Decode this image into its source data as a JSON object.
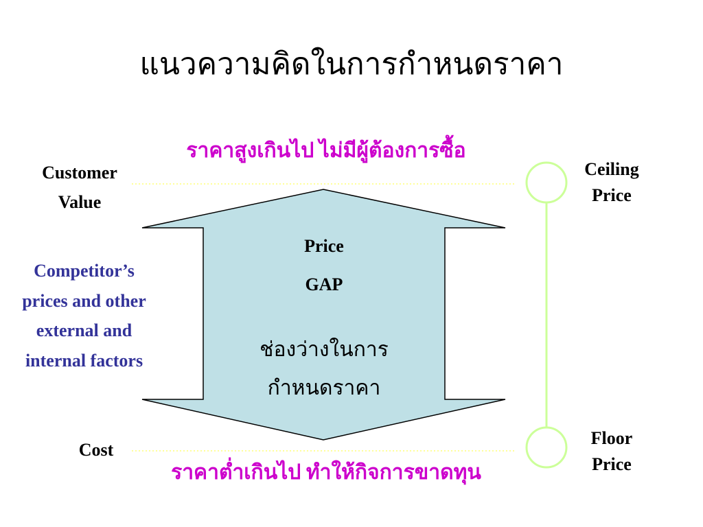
{
  "title": "แนวความคิดในการกำหนดราคา",
  "top_note": "ราคาสูงเกินไป ไม่มีผู้ต้องการซื้อ",
  "bottom_note": "ราคาต่ำเกินไป ทำให้กิจการขาดทุน",
  "left_labels": {
    "customer_value": [
      "Customer",
      "Value"
    ],
    "competitor": [
      "Competitor’s",
      "prices and other",
      "external and",
      "internal factors"
    ],
    "cost": "Cost"
  },
  "right_labels": {
    "ceiling": [
      "Ceiling",
      "Price"
    ],
    "floor": [
      "Floor",
      "Price"
    ]
  },
  "gap": {
    "price": "Price",
    "gap": "GAP",
    "thai": [
      "ช่องว่างในการ",
      "กำหนดราคา"
    ]
  },
  "colors": {
    "arrow_fill": "#bfe0e6",
    "arrow_stroke": "#000000",
    "note": "#cc00cc",
    "competitor": "#333399",
    "dotted_line": "#ffff99",
    "circle_stroke": "#ccff99"
  }
}
